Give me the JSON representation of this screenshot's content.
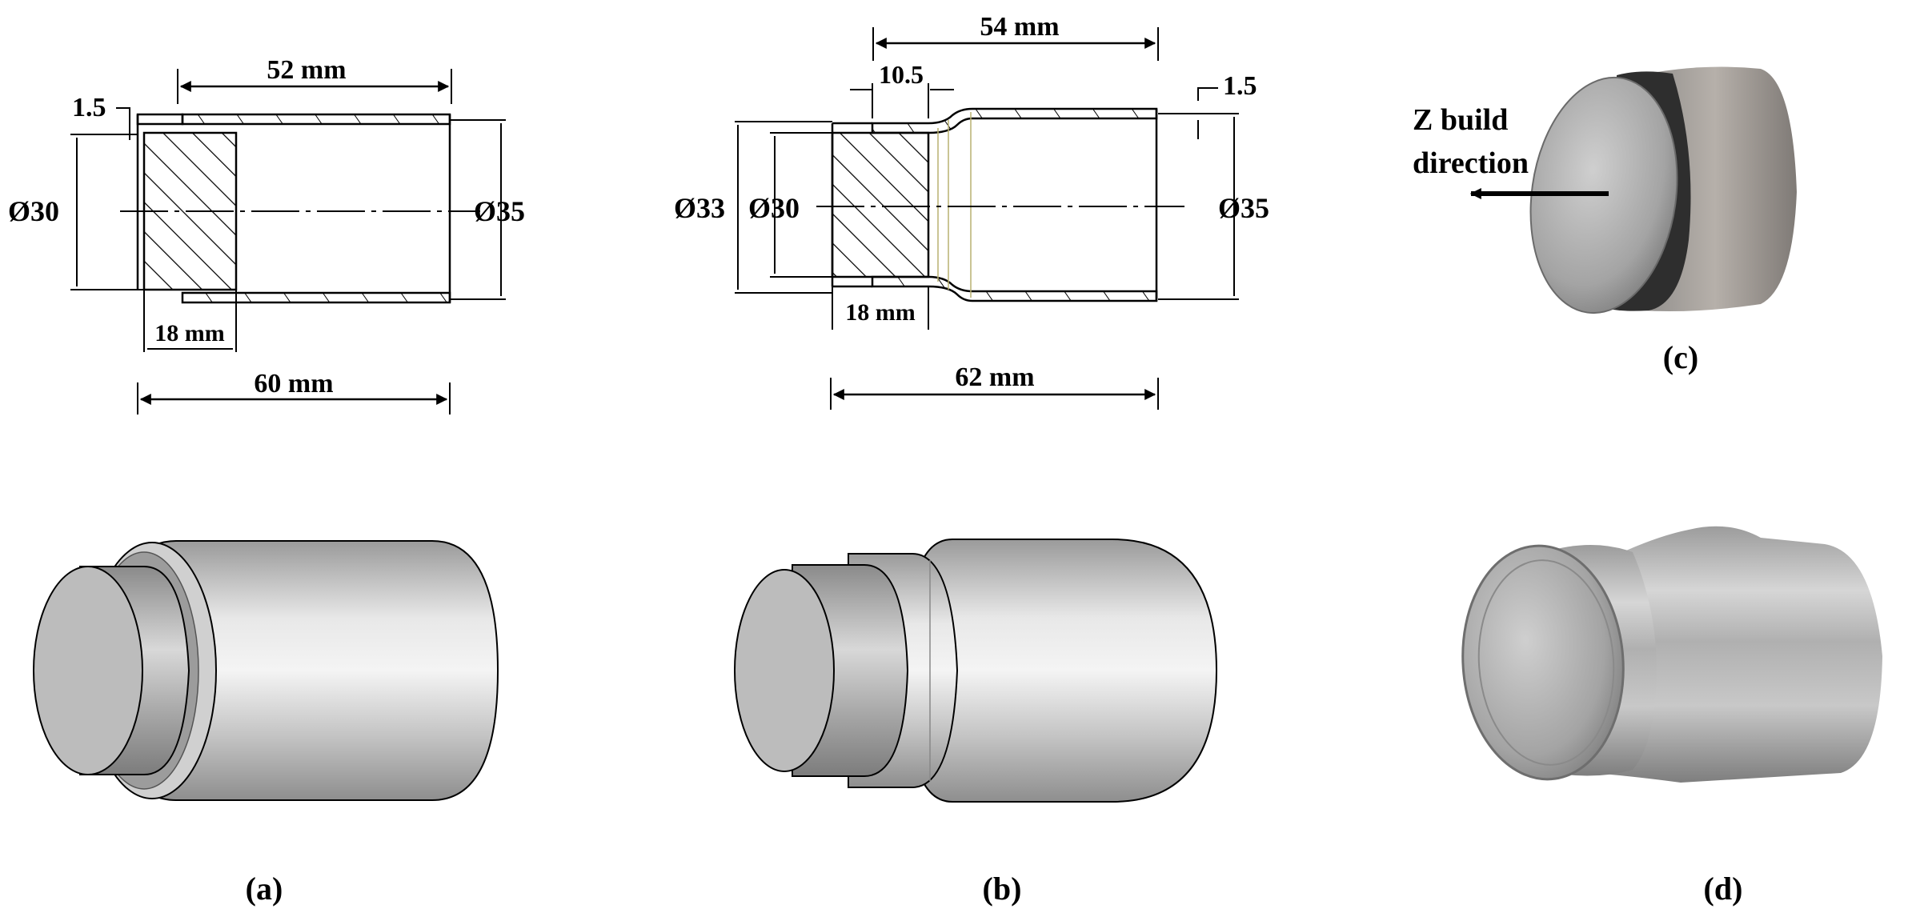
{
  "figure": {
    "panel_a": {
      "label": "(a)",
      "dim_tube_length": "52 mm",
      "dim_wall": "1.5",
      "dim_inner_dia": "Ø30",
      "dim_outer_dia": "Ø35",
      "dim_plug_length": "18 mm",
      "dim_total_length": "60 mm"
    },
    "panel_b": {
      "label": "(b)",
      "dim_tube_length": "54 mm",
      "dim_step": "10.5",
      "dim_wall": "1.5",
      "dim_step_dia": "Ø33",
      "dim_inner_dia": "Ø30",
      "dim_outer_dia": "Ø35",
      "dim_plug_length": "18 mm",
      "dim_total_length": "62 mm"
    },
    "panel_c": {
      "label": "(c)",
      "annotation_line1": "Z build",
      "annotation_line2": "direction"
    },
    "panel_d": {
      "label": "(d)"
    }
  },
  "colors": {
    "line": "#000000",
    "metal_light": "#e4e4e4",
    "metal_mid": "#b8b8b8",
    "metal_dark": "#8a8a8a",
    "printed_layer": "#2e2e2e"
  }
}
